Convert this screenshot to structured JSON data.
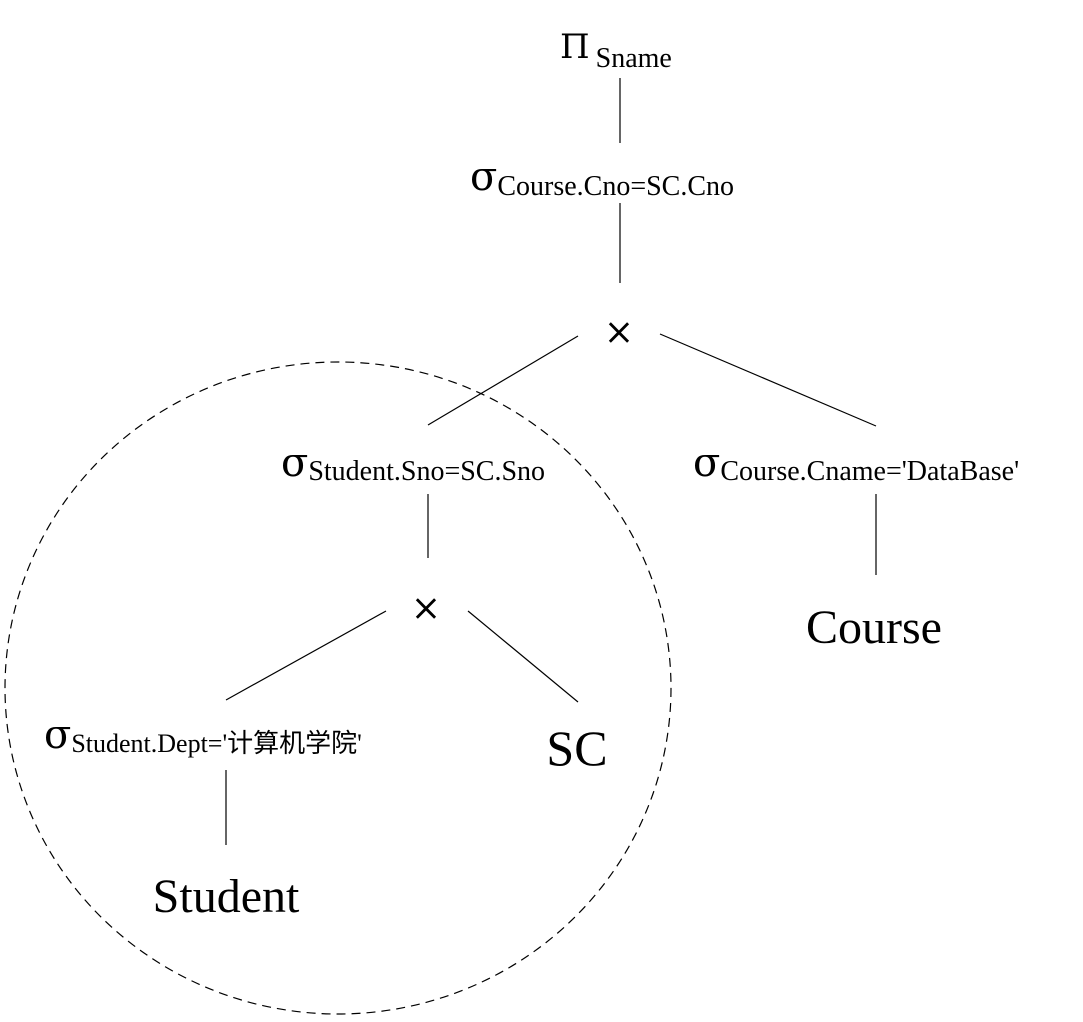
{
  "nodes": {
    "projection": {
      "symbol": "Π",
      "subscript": "Sname"
    },
    "select_course_sc": {
      "symbol": "σ",
      "subscript": "Course.Cno=SC.Cno"
    },
    "product_top": {
      "symbol": "×"
    },
    "select_student_sc": {
      "symbol": "σ",
      "subscript": "Student.Sno=SC.Sno"
    },
    "select_course_name": {
      "symbol": "σ",
      "subscript": "Course.Cname='DataBase'"
    },
    "product_bottom": {
      "symbol": "×"
    },
    "select_student_dept": {
      "symbol": "σ",
      "subscript": "Student.Dept='计算机学院'"
    },
    "relation_sc": {
      "label": "SC"
    },
    "relation_course": {
      "label": "Course"
    },
    "relation_student": {
      "label": "Student"
    }
  },
  "colors": {
    "ink": "#000000",
    "background": "#ffffff"
  }
}
